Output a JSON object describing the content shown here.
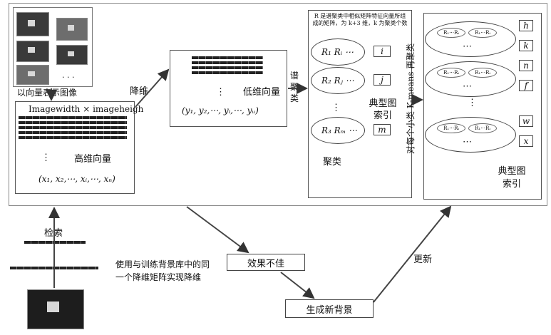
{
  "labels": {
    "vector_images": "以向量表示图像",
    "high_dim_title": "Imagewidth × imageheigh",
    "high_dim_vector": "高维向量",
    "high_dim_formula": "(x₁, x₂,⋯, xᵢ,⋯, xₙ)",
    "dim_reduce": "降维",
    "low_dim_vector": "低维向量",
    "low_dim_formula": "(y₁, y₂,⋯, yᵢ,⋯, yᵤ)",
    "spectral_clustering": "谱聚类",
    "cluster_note": "R 是谱聚类中相似矩阵特征向量所组成的矩阵，为 k+3 维，k 为聚类个数",
    "clusters": "聚类",
    "typical_index_1": "典型图索引",
    "recluster": "对每个小类 K-means 再聚类",
    "typical_index_2": "典型图索引",
    "retrieve": "检索",
    "same_matrix_note": "使用与训练背景库中的同一个降维矩阵实现降维",
    "poor_effect": "效果不佳",
    "new_background": "生成新背景",
    "update": "更新",
    "ellipsis": "· · ·",
    "vdots": "⋮"
  },
  "clusters": [
    {
      "r1": "R₁",
      "r2": "Rᵢ",
      "dots": "⋯",
      "tag": "i"
    },
    {
      "r1": "R₂",
      "r2": "Rⱼ",
      "dots": "⋯",
      "tag": "j"
    },
    {
      "r1": "R₃",
      "r2": "Rₘ",
      "dots": "⋯",
      "tag": "m"
    }
  ],
  "subclusters": [
    {
      "a": "R₁⋯Rᵢ",
      "b": "R₁⋯Rᵢ",
      "t1": "h",
      "t2": "k"
    },
    {
      "a": "R₁⋯Rᵢ",
      "b": "R₁⋯Rᵢ",
      "t1": "n",
      "t2": "f"
    },
    {
      "a": "R₁⋯Rᵢ",
      "b": "R₁⋯Rᵢ",
      "t1": "w",
      "t2": "x"
    }
  ]
}
